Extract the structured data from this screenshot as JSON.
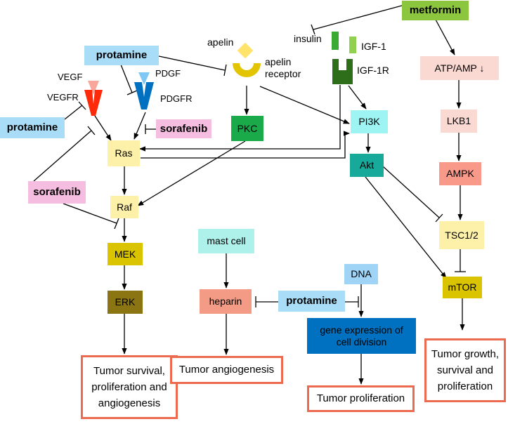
{
  "colors": {
    "protamine": "#a8dcf7",
    "sorafenib": "#f5bde0",
    "metformin": "#8cc63f",
    "ras_raf": "#fdf0a8",
    "mek": "#dac400",
    "erk": "#8a7512",
    "pkc": "#1aaa4a",
    "pi3k": "#9ef3f3",
    "akt": "#17a999",
    "atp_chain": "#fbd9d3",
    "ampk": "#f9998a",
    "heparin": "#f49b85",
    "mast_cell": "#aef1eb",
    "dna": "#a0d4f7",
    "gene_expression": "#0070c0",
    "outcome_border": "#ec6a50",
    "igf1_dark": "#3aaa35",
    "igf1_light": "#92d050",
    "igf1r": "#2e6e1a",
    "apelin": "#ffe36a",
    "apelin_receptor": "#e3c400",
    "vegf": "#f8a79a",
    "vegfr": "#ff2a0a",
    "pdgf": "#7fc8f5",
    "pdgfr": "#0070c0"
  },
  "drugs": {
    "metformin": "metformin",
    "protamine_top": "protamine",
    "protamine_left": "protamine",
    "protamine_bottom": "protamine",
    "sorafenib_top": "sorafenib",
    "sorafenib_left": "sorafenib"
  },
  "ligands": {
    "apelin": "apelin",
    "apelin_receptor_line1": "apelin",
    "apelin_receptor_line2": "receptor",
    "insulin": "insulin",
    "igf1": "IGF-1",
    "igf1r": "IGF-1R",
    "vegf": "VEGF",
    "vegfr": "VEGFR",
    "pdgf": "PDGF",
    "pdgfr": "PDGFR"
  },
  "nodes": {
    "ras": "Ras",
    "raf": "Raf",
    "mek": "MEK",
    "erk": "ERK",
    "pkc": "PKC",
    "pi3k": "PI3K",
    "akt": "Akt",
    "atp_amp": "ATP/AMP ↓",
    "lkb1": "LKB1",
    "ampk": "AMPK",
    "tsc": "TSC1/2",
    "mtor": "mTOR",
    "mast_cell": "mast cell",
    "heparin": "heparin",
    "dna": "DNA",
    "gene_expression_line1": "gene expression of",
    "gene_expression_line2": "cell division"
  },
  "outcomes": {
    "survival_line1": "Tumor survival,",
    "survival_line2": "proliferation and",
    "survival_line3": "angiogenesis",
    "angiogenesis": "Tumor angiogenesis",
    "proliferation": "Tumor proliferation",
    "growth_line1": "Tumor growth,",
    "growth_line2": "survival and",
    "growth_line3": "proliferation"
  }
}
